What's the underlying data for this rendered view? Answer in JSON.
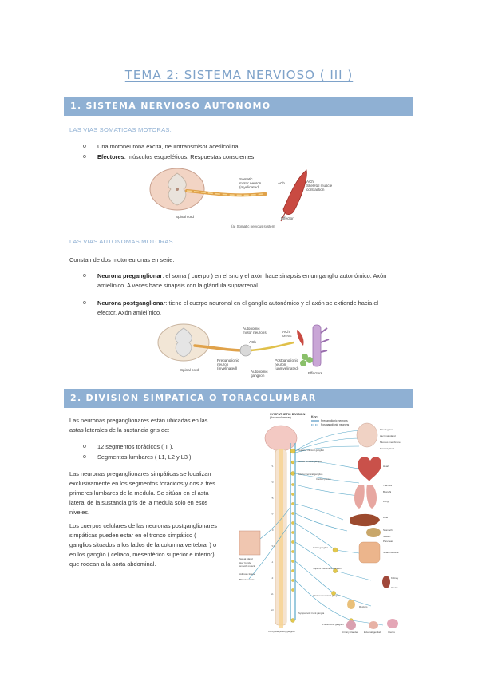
{
  "title": "TEMA 2: SISTEMA NERVIOSO ( III )",
  "section1": {
    "heading": "1. SISTEMA NERVIOSO AUTONOMO",
    "somatic_subheading": "LAS VIAS SOMATICAS MOTORAS:",
    "somatic_bullets": [
      {
        "bold": "",
        "text": "Una motoneurona excita, neurotransmisor acetilcolina."
      },
      {
        "bold": "Efectores",
        "text": ": músculos esqueléticos. Respuestas conscientes."
      }
    ],
    "figure_a": {
      "somatic_neuron": [
        "Somatic",
        "motor neuron",
        "(myelinated)"
      ],
      "ach": "ACh",
      "muscle": [
        "ACh:",
        "Skeletal muscle",
        "contraction"
      ],
      "spinal_cord": "Spinal cord",
      "effector": "Effector",
      "caption": "(a) Somatic nervous system"
    },
    "autonomic_subheading": "LAS VIAS AUTONOMAS MOTORAS",
    "autonomic_intro": "Constan de dos motoneuronas en serie:",
    "pre_bold": "Neurona preganglionar",
    "pre_line1": ": el soma ( cuerpo ) en el snc y el axón hace sinapsis en un ganglio autonómico. Axón",
    "pre_line2": "amielínico. A veces hace sinapsis con la glándula suprarrenal.",
    "post_bold": "Neurona postganglionar",
    "post_line1": ": tiene el cuerpo neuronal en el ganglio autonómico y el axón se extiende hacia el",
    "post_line2": "efector. Axón amielínico.",
    "figure_b": {
      "autonomic_motor_neurons": [
        "Autonomic",
        "motor neurons"
      ],
      "ach": "ACh",
      "ach_ne": [
        "ACh",
        "or NE"
      ],
      "spinal_cord": "Spinal cord",
      "preganglionic": [
        "Preganglionic",
        "neuron",
        "(myelinated)"
      ],
      "autonomic_ganglion": [
        "Autonomic",
        "ganglion"
      ],
      "postganglionic": [
        "Postganglionic",
        "neuron",
        "(unmyelinated)"
      ],
      "effectors": "Effectors"
    }
  },
  "section2": {
    "heading": "2. DIVISION SIMPATICA O TORACOLUMBAR",
    "p1": [
      "Las neuronas preganglionares están ubicadas en las",
      "astas laterales de la sustancia gris de:"
    ],
    "bullets": [
      "12 segmentos torácicos ( T ).",
      "Segmentos lumbares ( L1, L2 y L3 )."
    ],
    "p2": [
      "Las neuronas preganglionares simpáticas se localizan",
      "exclusivamente en los segmentos torácicos y dos a tres",
      "primeros lumbares de la medula. Se sitúan en el asta",
      "lateral de la sustancia gris de la medula solo en esos",
      "niveles."
    ],
    "p3": [
      "Los cuerpos celulares de las neuronas postganglionares",
      "simpáticas pueden estar en el tronco simpático (",
      "ganglios situados a los lados de la columna vertebral ) o",
      "en los ganglio ( celiaco, mesentérico superior e interior)",
      "que rodean a la aorta abdominal."
    ],
    "diagram": {
      "header": [
        "SYMPATHETIC DIVISION",
        "(thoracolumbar)"
      ],
      "key": "Key:",
      "pre": "Preganglionic neurons",
      "post": "Postganglionic neurons",
      "left_labels": [
        "Sweat gland",
        "Hair follicle",
        "smooth muscle",
        "Adipose tissue",
        "Blood vessels"
      ],
      "right_labels": [
        "Pineal gland",
        "Lacrimal gland",
        "Mucous membrane",
        "Parotid gland",
        "Heart",
        "Trachea",
        "Bronchi",
        "Lungs",
        "Liver",
        "Stomach",
        "Spleen",
        "Pancreas",
        "Small intestine",
        "Kidney",
        "Ureter",
        "Rectum",
        "Urinary bladder",
        "External genitals",
        "Uterus"
      ],
      "ganglia": [
        "Superior cervical ganglion",
        "Middle cervical ganglion",
        "Inferior cervical ganglion",
        "Cardiac plexus",
        "Celiac ganglion",
        "Superior mesenteric ganglion",
        "Inferior mesenteric ganglion",
        "Sympathetic trunk ganglia",
        "Prevertebral ganglion"
      ],
      "coccygeal": "Coccygeal (fused) ganglion"
    }
  },
  "colors": {
    "accent": "#8fb0d3",
    "title": "#7ea2c9",
    "nerve": "#5aa8c8"
  }
}
